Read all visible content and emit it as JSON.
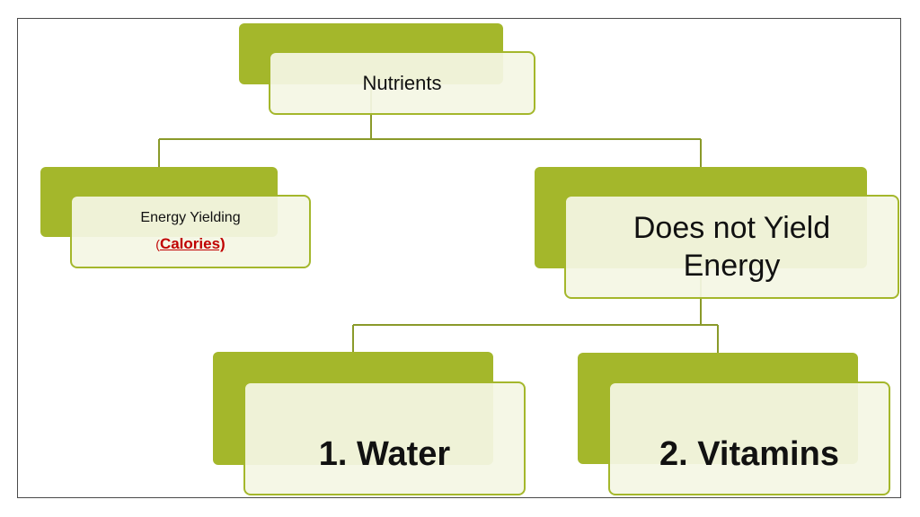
{
  "diagram": {
    "root": {
      "label": "Nutrients"
    },
    "energy_yielding": {
      "label": "Energy Yielding",
      "open_paren": "(",
      "calories": "Calories)"
    },
    "no_energy": {
      "label": "Does not Yield Energy"
    },
    "water": {
      "label": "1. Water"
    },
    "vitamins": {
      "label": "2. Vitamins"
    },
    "colors": {
      "accent": "#a4b72b",
      "node_fill": "#f4f6e4",
      "connector": "#8a9a2a",
      "highlight_text": "#c00000"
    }
  }
}
